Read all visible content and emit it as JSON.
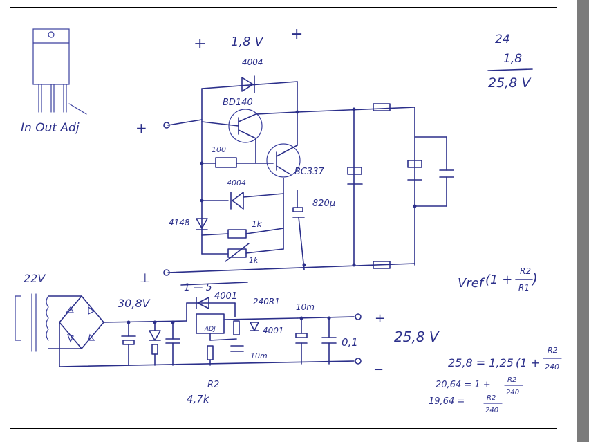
{
  "colors": {
    "ink": "#2b2f8a",
    "paper": "#ffffff",
    "scrollbar": "#7b7b7b"
  },
  "package": {
    "pins": "In Out Adj"
  },
  "top": {
    "plus_left": "+",
    "voltage": "1,8 V",
    "plus_right": "+",
    "diode_top": "4004",
    "transistor1": "BD140",
    "input_plus": "+",
    "resistor_100": "100",
    "transistor2": "BC337",
    "diode_mid": "4004",
    "cap_820": "820µ",
    "diode_4148": "4148",
    "resistor_1k": "1k",
    "pot_1k": "1k",
    "ground_sym": "⊥"
  },
  "sum": {
    "a": "24",
    "b": "1,8",
    "result": "25,8 V"
  },
  "formula": {
    "vref": "Vref",
    "open": "(1 +",
    "num": "R2",
    "den": "R1",
    "close": ")"
  },
  "bottom": {
    "transformer": "22V",
    "bridge_voltage": "30,8V",
    "jumper": "1 — 5",
    "diode_top": "4001",
    "r240": "240R1",
    "cap_10m": "10m",
    "plus_out": "+",
    "out_voltage": "25,8 V",
    "diode_right": "4001",
    "reg_adj": "ADJ",
    "cap_01": "0,1",
    "cap_10m_low": "10m",
    "minus_out": "−",
    "r2_label": "R2",
    "r2_value": "4,7k"
  },
  "calc": {
    "line1_left": "25,8 = 1,25",
    "line1_paren": "(1 +",
    "line1_num": "R2",
    "line1_den": "240",
    "line2_left": "20,64 = 1 +",
    "line2_num": "R2",
    "line2_den": "240",
    "line3_left": "19,64 =",
    "line3_num": "R2",
    "line3_den": "240"
  }
}
